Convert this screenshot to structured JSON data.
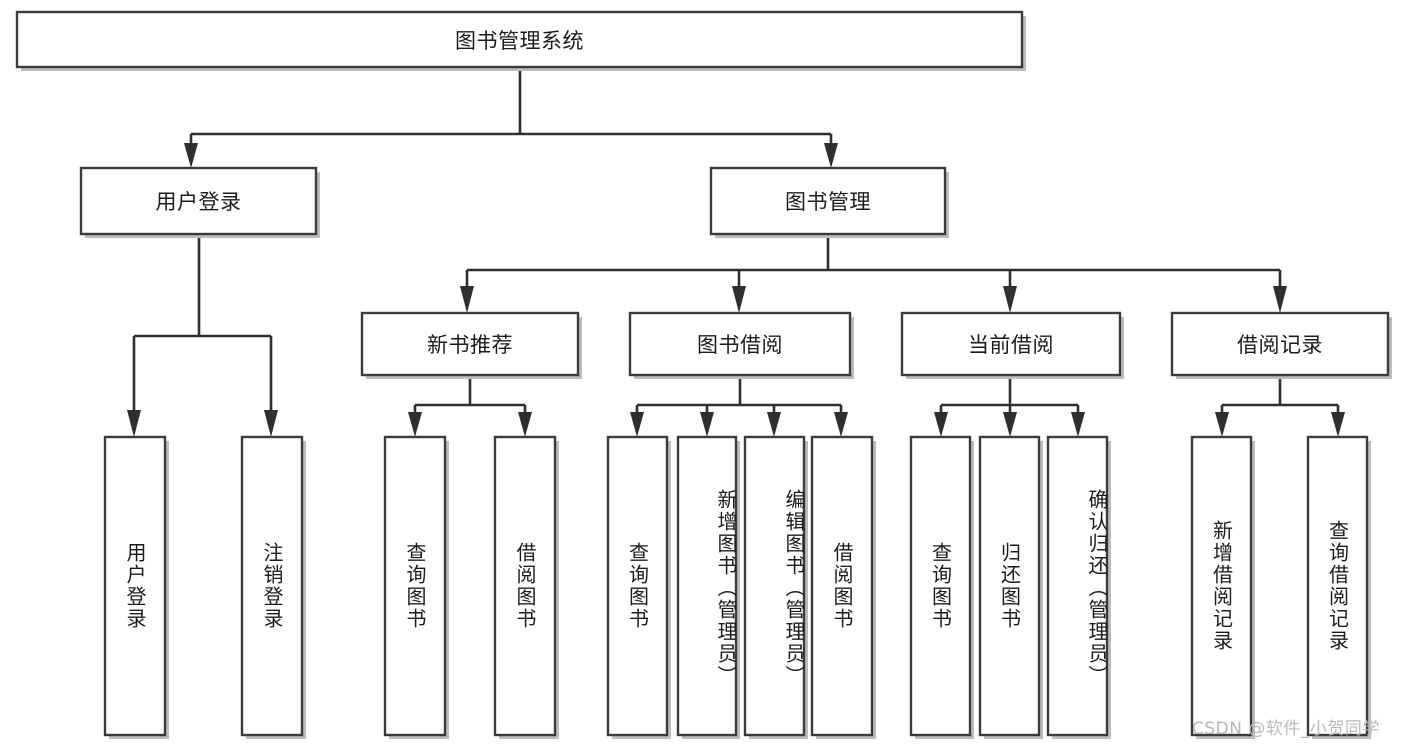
{
  "diagram": {
    "type": "hierarchy-tree",
    "title_node": {
      "label": "图书管理系统"
    },
    "level2": [
      {
        "id": "user-login",
        "label": "用户登录"
      },
      {
        "id": "book-management",
        "label": "图书管理"
      }
    ],
    "level3": [
      {
        "id": "new-book-recommend",
        "label": "新书推荐",
        "parent": "book-management"
      },
      {
        "id": "book-borrow",
        "label": "图书借阅",
        "parent": "book-management"
      },
      {
        "id": "current-borrow",
        "label": "当前借阅",
        "parent": "book-management"
      },
      {
        "id": "borrow-record",
        "label": "借阅记录",
        "parent": "book-management"
      }
    ],
    "leaves": [
      {
        "id": "leaf-user-login",
        "label": "用户登录",
        "parent": "user-login"
      },
      {
        "id": "leaf-logout-login",
        "label": "注销登录",
        "parent": "user-login"
      },
      {
        "id": "leaf-query-book-1",
        "label": "查询图书",
        "parent": "new-book-recommend"
      },
      {
        "id": "leaf-borrow-book-1",
        "label": "借阅图书",
        "parent": "new-book-recommend"
      },
      {
        "id": "leaf-query-book-2",
        "label": "查询图书",
        "parent": "book-borrow"
      },
      {
        "id": "leaf-add-book",
        "label": "新增图书（管理员）",
        "parent": "book-borrow"
      },
      {
        "id": "leaf-edit-book",
        "label": "编辑图书（管理员）",
        "parent": "book-borrow"
      },
      {
        "id": "leaf-borrow-book-2",
        "label": "借阅图书",
        "parent": "book-borrow"
      },
      {
        "id": "leaf-query-book-3",
        "label": "查询图书",
        "parent": "current-borrow"
      },
      {
        "id": "leaf-return-book",
        "label": "归还图书",
        "parent": "current-borrow"
      },
      {
        "id": "leaf-confirm-return",
        "label": "确认归还（管理员）",
        "parent": "current-borrow"
      },
      {
        "id": "leaf-add-record",
        "label": "新增借阅记录",
        "parent": "borrow-record"
      },
      {
        "id": "leaf-query-record",
        "label": "查询借阅记录",
        "parent": "borrow-record"
      }
    ],
    "watermark": "CSDN @软件_小贺同学",
    "colors": {
      "box_stroke": "#3b3b3b",
      "box_fill": "#ffffff",
      "link": "#2f2f2f",
      "text": "#1c1c1c",
      "watermark": "#b9b9b9",
      "background": "#ffffff"
    }
  }
}
